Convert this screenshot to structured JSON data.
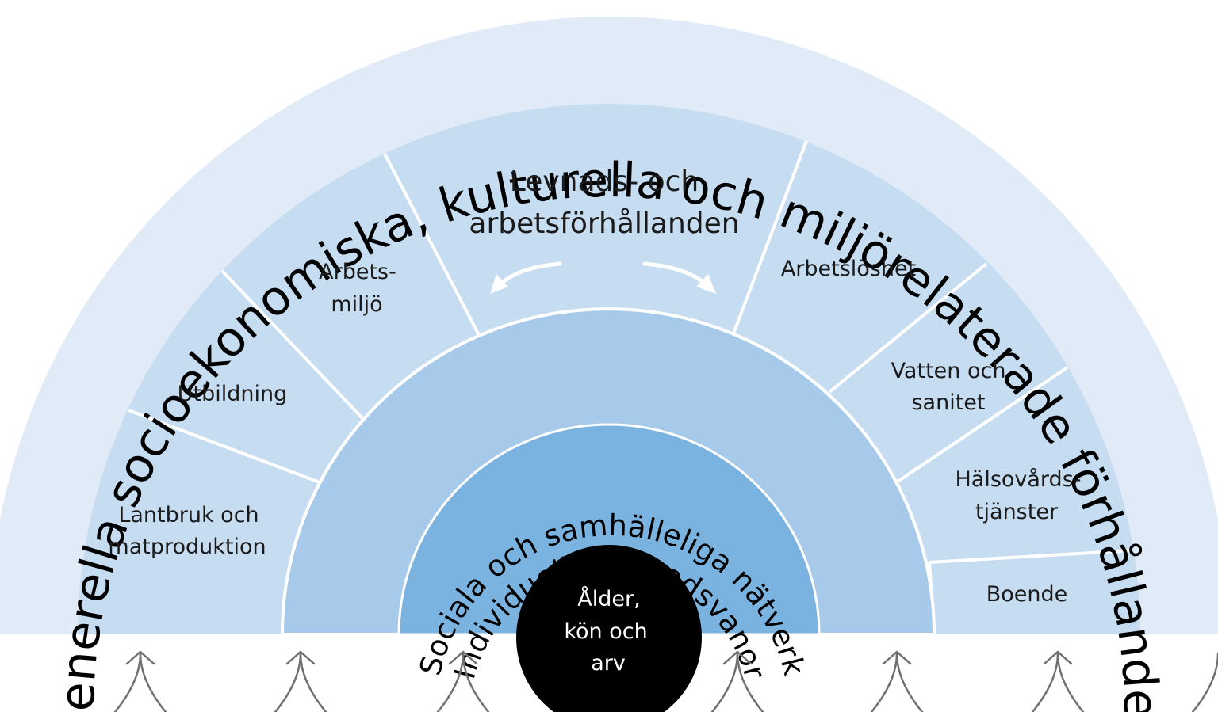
{
  "diagram": {
    "outer_label": "Generella socioekonomiska, kulturella och miljörelaterade förhållanden",
    "middle_center": {
      "line1": "Levnads- och",
      "line2": "arbetsförhållanden"
    },
    "segments": {
      "lantbruk": {
        "line1": "Lantbruk och",
        "line2": "matproduktion"
      },
      "utbildning": {
        "line1": "Utbildning"
      },
      "arbetsmiljo": {
        "line1": "Arbets-",
        "line2": "miljö"
      },
      "arbetsloshet": {
        "line1": "Arbetslöshet"
      },
      "vatten": {
        "line1": "Vatten och",
        "line2": "sanitet"
      },
      "halsovard": {
        "line1": "Hälsovårds-",
        "line2": "tjänster"
      },
      "boende": {
        "line1": "Boende"
      }
    },
    "social_label": "Sociala och samhälleliga nätverk",
    "individual_label": "Individuella levnadsvanor",
    "core": {
      "line1": "Ålder,",
      "line2": "kön och",
      "line3": "arv"
    },
    "colors": {
      "outer": "#e1ebf7",
      "middle": "#c6dcf1",
      "social": "#a8caea",
      "individual": "#7ab3e0",
      "core": "#000000",
      "divider": "#ffffff",
      "arrows": "#707070"
    }
  }
}
